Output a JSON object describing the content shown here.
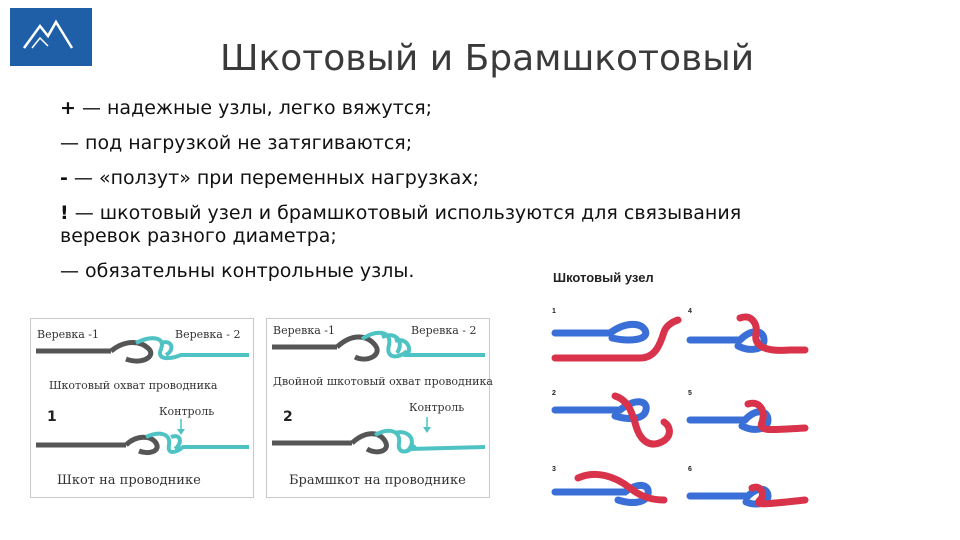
{
  "slide": {
    "title": "Шкотовый и Брамшкотовый",
    "bullets": [
      {
        "symbol": "+",
        "text": " — надежные узлы, легко вяжутся;"
      },
      {
        "symbol": "",
        "text": "— под нагрузкой не затягиваются;"
      },
      {
        "symbol": "-",
        "text": " — «ползут» при переменных нагрузках;"
      },
      {
        "symbol": "!",
        "text": " — шкотовый узел и брамшкотовый используются для связывания веревок разного диаметра;"
      },
      {
        "symbol": "",
        "text": "— обязательны контрольные узлы."
      }
    ]
  },
  "left_diagram": {
    "rope1": "Веревка -1",
    "rope2": "Веревка - 2",
    "caption_top": "Шкотовый охват проводника",
    "number": "1",
    "control": "Контроль",
    "caption_bottom": "Шкот на проводнике"
  },
  "middle_diagram": {
    "rope1": "Веревка -1",
    "rope2": "Веревка - 2",
    "caption_top": "Двойной шкотовый охват проводника",
    "number": "2",
    "control": "Контроль",
    "caption_bottom": "Брамшкот на проводнике"
  },
  "steps_panel": {
    "title": "Шкотовый узел",
    "steps": [
      "1",
      "2",
      "3",
      "4",
      "5",
      "6"
    ]
  },
  "colors": {
    "logo_bg": "#1f5fa8",
    "rope_gray": "#555555",
    "rope_cyan": "#4fc3c3",
    "rope_blue": "#3a6fd8",
    "rope_red": "#d8334a"
  }
}
